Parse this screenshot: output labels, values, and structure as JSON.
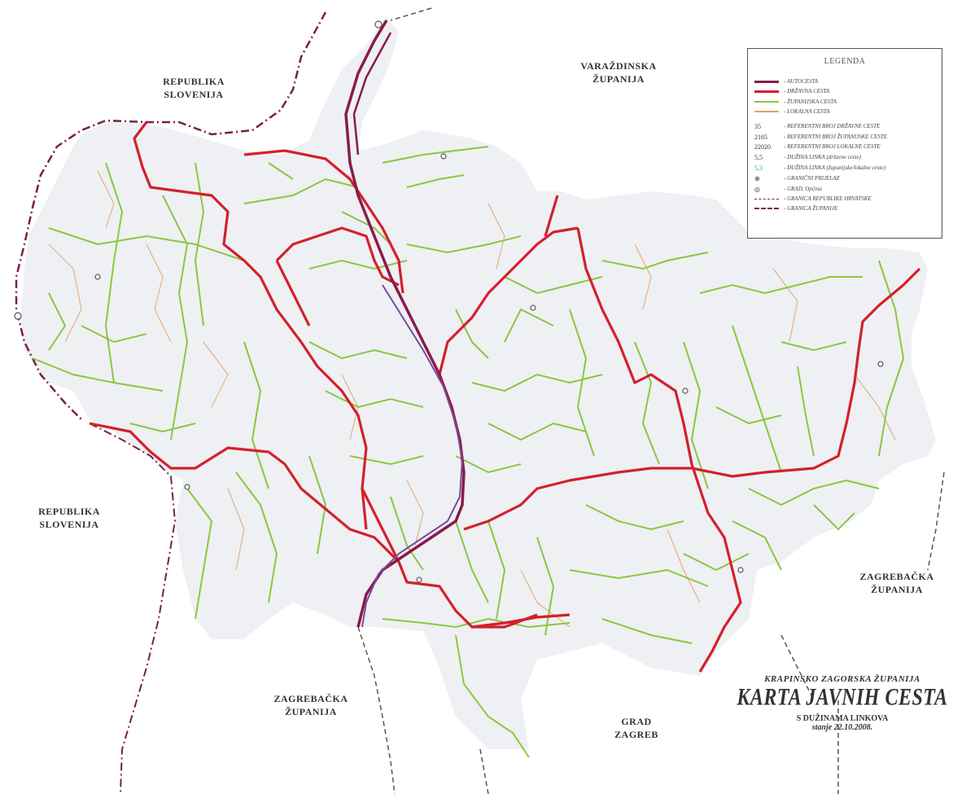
{
  "labels": {
    "slovenia_north": [
      "REPUBLIKA",
      "SLOVENIJA"
    ],
    "slovenia_west": [
      "REPUBLIKA",
      "SLOVENIJA"
    ],
    "varazdinska": [
      "VARAŽDINSKA",
      "ŽUPANIJA"
    ],
    "zagrebacka_east": [
      "ZAGREBAČKA",
      "ŽUPANIJA"
    ],
    "zagrebacka_south": [
      "ZAGREBAČKA",
      "ŽUPANIJA"
    ],
    "grad_zagreb": [
      "GRAD",
      "ZAGREB"
    ]
  },
  "legend": {
    "title": "LEGENDA",
    "items": [
      {
        "symbol": "",
        "label": "- AUTOCESTA",
        "color": "#8b1a4a"
      },
      {
        "symbol": "",
        "label": "- DRŽAVNA CESTA",
        "color": "#d4202a"
      },
      {
        "symbol": "",
        "label": "- ŽUPANIJSKA CESTA",
        "color": "#8cc63f"
      },
      {
        "symbol": "",
        "label": "- LOKALNA CESTA",
        "color": "#e8a060"
      },
      {
        "symbol": "35",
        "label": "- REFERENTNI BROJ DRŽAVNE CESTE",
        "color": "#333333"
      },
      {
        "symbol": "2165",
        "label": "- REFERENTNI BROJ ŽUPANIJSKE CESTE",
        "color": "#333333"
      },
      {
        "symbol": "22020",
        "label": "- REFERENTNI BROJ LOKALNE CESTE",
        "color": "#333333"
      },
      {
        "symbol": "5,5",
        "label": "- DUŽINA LINKA (državne ceste)",
        "color": "#333333"
      },
      {
        "symbol": "5,3",
        "label": "- DUŽINA LINKA (županijske/lokalne ceste)",
        "color": "#3aa0a0"
      },
      {
        "symbol": "⊕",
        "label": "- GRANIČNI PRIJELAZ",
        "color": "#333333"
      },
      {
        "symbol": "◎",
        "label": "- GRAD, Općina",
        "color": "#333333"
      },
      {
        "symbol": "",
        "label": "- GRANICA REPUBLIKE HRVATSKE",
        "color": "#7a1f4a"
      },
      {
        "symbol": "",
        "label": "- GRANICA ŽUPANIJE",
        "color": "#7a1f4a"
      }
    ]
  },
  "title_block": {
    "county": "KRAPINSKO ZAGORSKA ŽUPANIJA",
    "title": "KARTA JAVNIH CESTA",
    "subtitle": "S DUŽINAMA LINKOVA",
    "date": "stanje 22.10.2008."
  },
  "colors": {
    "motorway": "#8b1a4a",
    "state_road": "#d4202a",
    "county_road": "#8cc63f",
    "local_road": "#e8a060",
    "region_fill": "#eef0f4",
    "border": "#7a1f4a"
  }
}
